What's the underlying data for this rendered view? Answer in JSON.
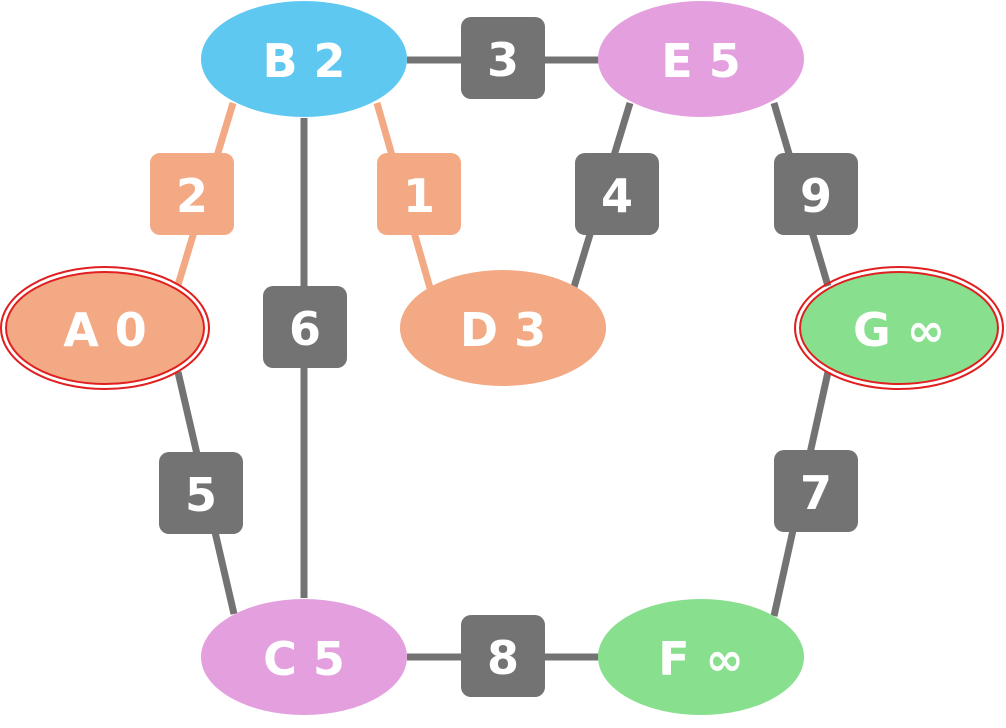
{
  "colors": {
    "visited": "#F2A984",
    "frontier": "#E4A0DE",
    "current": "#5FC8F0",
    "unvisited": "#88E08E",
    "edge_default": "#737373",
    "edge_path": "#F2A984",
    "start_ring": "#E02020",
    "goal_ring": "#E02020",
    "text": "#FFFFFF"
  },
  "nodes": [
    {
      "id": "A",
      "label": "A 0",
      "state": "visited",
      "ring": true
    },
    {
      "id": "B",
      "label": "B 2",
      "state": "current",
      "ring": false
    },
    {
      "id": "C",
      "label": "C 5",
      "state": "frontier",
      "ring": false
    },
    {
      "id": "D",
      "label": "D 3",
      "state": "visited",
      "ring": false
    },
    {
      "id": "E",
      "label": "E 5",
      "state": "frontier",
      "ring": false
    },
    {
      "id": "F",
      "label": "F ∞",
      "state": "unvisited",
      "ring": false
    },
    {
      "id": "G",
      "label": "G ∞",
      "state": "unvisited",
      "ring": true
    }
  ],
  "edges": [
    {
      "from": "A",
      "to": "B",
      "weight": "2",
      "highlight": true
    },
    {
      "from": "B",
      "to": "D",
      "weight": "1",
      "highlight": true
    },
    {
      "from": "B",
      "to": "E",
      "weight": "3",
      "highlight": false
    },
    {
      "from": "B",
      "to": "C",
      "weight": "6",
      "highlight": false
    },
    {
      "from": "D",
      "to": "E",
      "weight": "4",
      "highlight": false
    },
    {
      "from": "E",
      "to": "G",
      "weight": "9",
      "highlight": false
    },
    {
      "from": "A",
      "to": "C",
      "weight": "5",
      "highlight": false
    },
    {
      "from": "G",
      "to": "F",
      "weight": "7",
      "highlight": false
    },
    {
      "from": "C",
      "to": "F",
      "weight": "8",
      "highlight": false
    }
  ]
}
